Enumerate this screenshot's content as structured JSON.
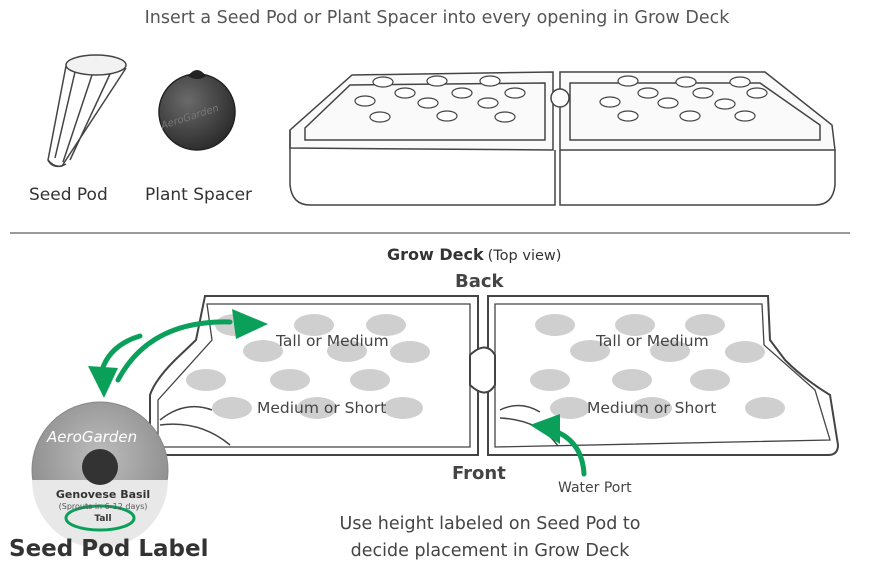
{
  "header": {
    "title": "Insert a Seed Pod or Plant Spacer into every opening in Grow Deck"
  },
  "items": {
    "seed_pod": "Seed Pod",
    "plant_spacer": "Plant Spacer",
    "spacer_brand": "AeroGarden"
  },
  "grow_deck": {
    "heading": "Grow Deck",
    "heading_note": "(Top view)",
    "back": "Back",
    "front": "Front",
    "zones": {
      "left_top": "Tall or Medium",
      "left_bottom": "Medium or Short",
      "right_top": "Tall or Medium",
      "right_bottom": "Medium or Short"
    },
    "water_port": "Water Port"
  },
  "seed_pod_label": {
    "brand": "AeroGarden",
    "plant": "Genovese Basil",
    "sprouts": "(Sprouts in 6-12 days)",
    "height": "Tall",
    "caption": "Seed Pod Label"
  },
  "instructions": {
    "line1": "Use height labeled on Seed Pod to",
    "line2": "decide placement in Grow Deck"
  },
  "colors": {
    "accent_green": "#0aa05a",
    "outline": "#333333",
    "pod_gray": "#cfcfcf"
  }
}
